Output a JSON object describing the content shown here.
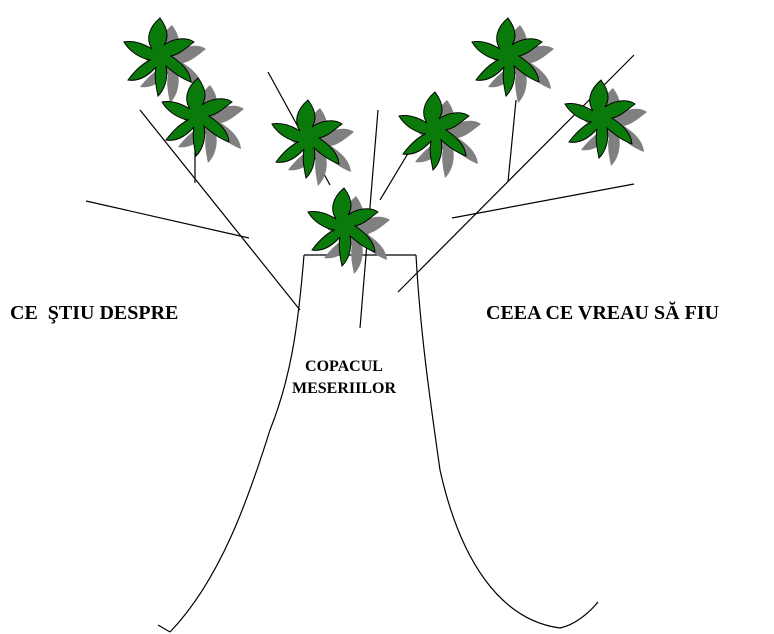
{
  "labels": {
    "left": "CE  ŞTIU DESPRE",
    "right": "CEEA CE VREAU SĂ FIU"
  },
  "trunk_title": {
    "line1": "COPACUL",
    "line2": "MESERIILOR"
  },
  "colors": {
    "leaf": "#0a7a0a",
    "leaf_shadow": "#808080",
    "line": "#000000"
  }
}
